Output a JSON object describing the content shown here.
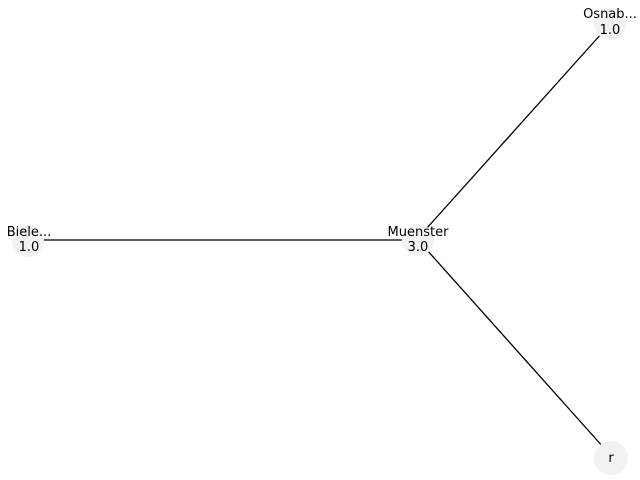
{
  "graph": {
    "nodes": [
      {
        "id": "muenster",
        "name": "Muenster",
        "value": "3.0"
      },
      {
        "id": "osnab",
        "name": "Osnab...",
        "value": "1.0"
      },
      {
        "id": "biele",
        "name": "Biele...",
        "value": "1.0"
      },
      {
        "id": "r",
        "name": "r",
        "value": ""
      }
    ],
    "edges": [
      {
        "from": "muenster",
        "to": "osnab"
      },
      {
        "from": "muenster",
        "to": "biele"
      },
      {
        "from": "muenster",
        "to": "r"
      }
    ],
    "colors": {
      "node_fill": "#f2f2f2",
      "edge": "#000000",
      "text": "#000000"
    }
  }
}
